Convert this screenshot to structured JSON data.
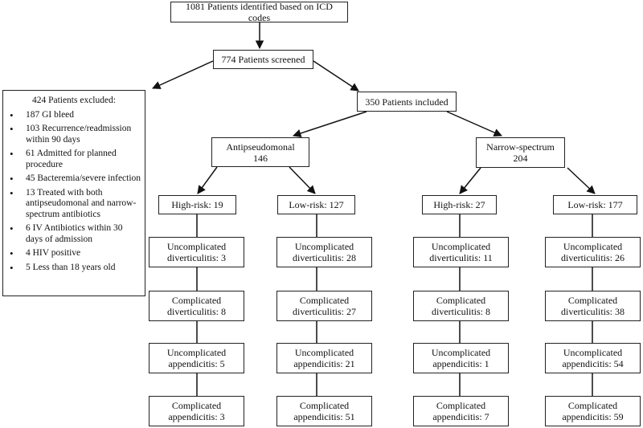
{
  "flowchart": {
    "identified": "1081 Patients identified based on ICD codes",
    "screened": "774 Patients screened",
    "included": "350 Patients included",
    "excluded": {
      "title": "424 Patients excluded:",
      "items": [
        "187 GI bleed",
        "103 Recurrence/readmission within 90 days",
        "61 Admitted for planned procedure",
        "45 Bacteremia/severe infection",
        "13 Treated with both antipseudomonal and narrow-spectrum antibiotics",
        "6 IV Antibiotics within 30 days of admission",
        "4 HIV positive",
        "5 Less than 18 years old"
      ]
    },
    "groups": [
      {
        "name": "Antipseudomonal",
        "count": "146",
        "risk": [
          {
            "label": "High-risk: 19",
            "outcomes": [
              [
                "Uncomplicated",
                "diverticulitis: 3"
              ],
              [
                "Complicated",
                "diverticulitis: 8"
              ],
              [
                "Uncomplicated",
                "appendicitis: 5"
              ],
              [
                "Complicated",
                "appendicitis: 3"
              ]
            ]
          },
          {
            "label": "Low-risk: 127",
            "outcomes": [
              [
                "Uncomplicated",
                "diverticulitis: 28"
              ],
              [
                "Complicated",
                "diverticulitis: 27"
              ],
              [
                "Uncomplicated",
                "appendicitis: 21"
              ],
              [
                "Complicated",
                "appendicitis: 51"
              ]
            ]
          }
        ]
      },
      {
        "name": "Narrow-spectrum",
        "count": "204",
        "risk": [
          {
            "label": "High-risk: 27",
            "outcomes": [
              [
                "Uncomplicated",
                "diverticulitis: 11"
              ],
              [
                "Complicated",
                "diverticulitis: 8"
              ],
              [
                "Uncomplicated",
                "appendicitis: 1"
              ],
              [
                "Complicated",
                "appendicitis: 7"
              ]
            ]
          },
          {
            "label": "Low-risk: 177",
            "outcomes": [
              [
                "Uncomplicated",
                "diverticulitis: 26"
              ],
              [
                "Complicated",
                "diverticulitis: 38"
              ],
              [
                "Uncomplicated",
                "appendicitis: 54"
              ],
              [
                "Complicated",
                "appendicitis: 59"
              ]
            ]
          }
        ]
      }
    ]
  }
}
